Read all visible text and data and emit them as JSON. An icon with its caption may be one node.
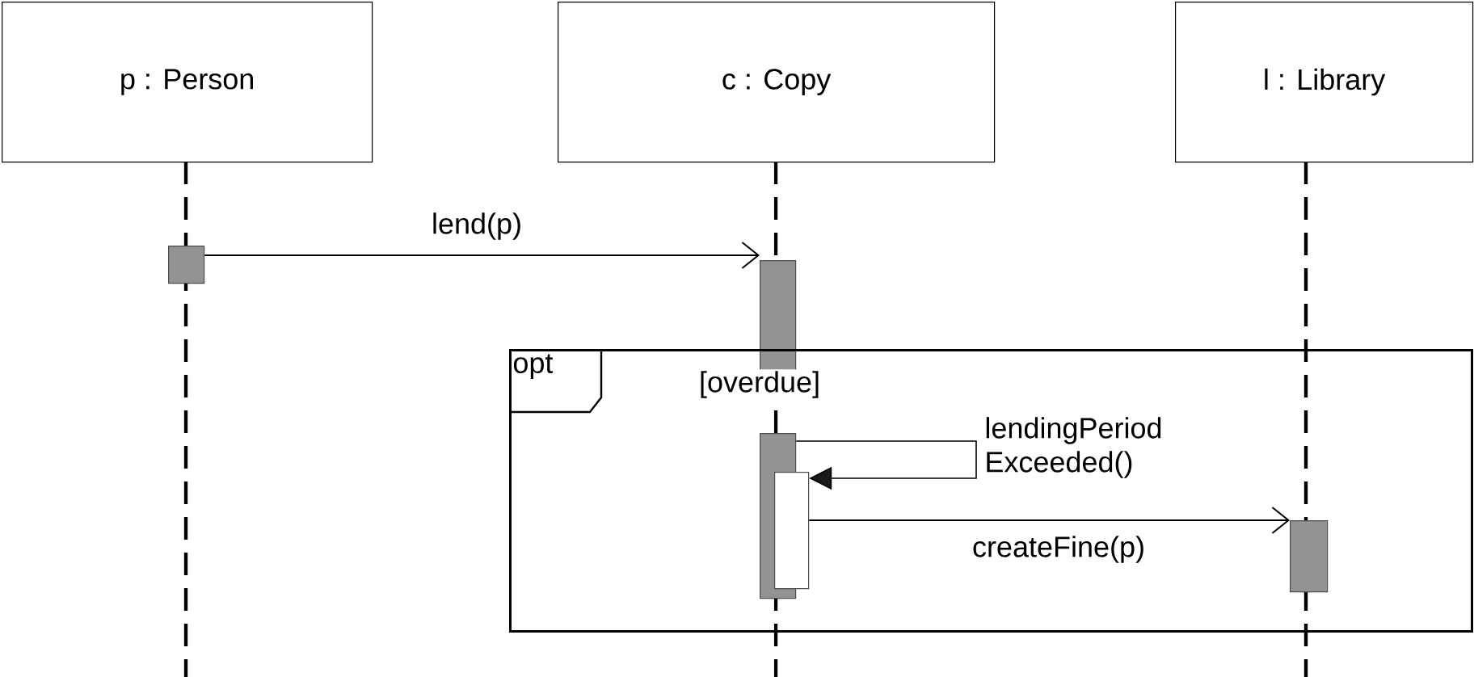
{
  "diagram": {
    "nodes": [
      {
        "text": [
          "p : Person"
        ]
      },
      {
        "text": [
          "c : Copy"
        ]
      },
      {
        "text": [
          "l : Library"
        ]
      },
      {
        "text": [],
        "shape": "bar"
      },
      {
        "text": [],
        "shape": "bar"
      },
      {
        "text": [
          "opt",
          "[overdue]"
        ]
      },
      {
        "text": [],
        "shape": "bar",
        "in": 5
      },
      {
        "text": [],
        "shape": "bar",
        "in": 5
      },
      {
        "text": [],
        "shape": "bar",
        "in": 5
      }
    ],
    "edges": [
      {
        "from": 3,
        "to": 4,
        "arrow": "to",
        "label": "lend(p)"
      },
      {
        "from": 6,
        "to": 7,
        "arrow": "to",
        "label": "lendingPeriod Exceeded()"
      },
      {
        "from": 7,
        "to": 8,
        "arrow": "to",
        "label": "createFine(p)"
      }
    ]
  }
}
